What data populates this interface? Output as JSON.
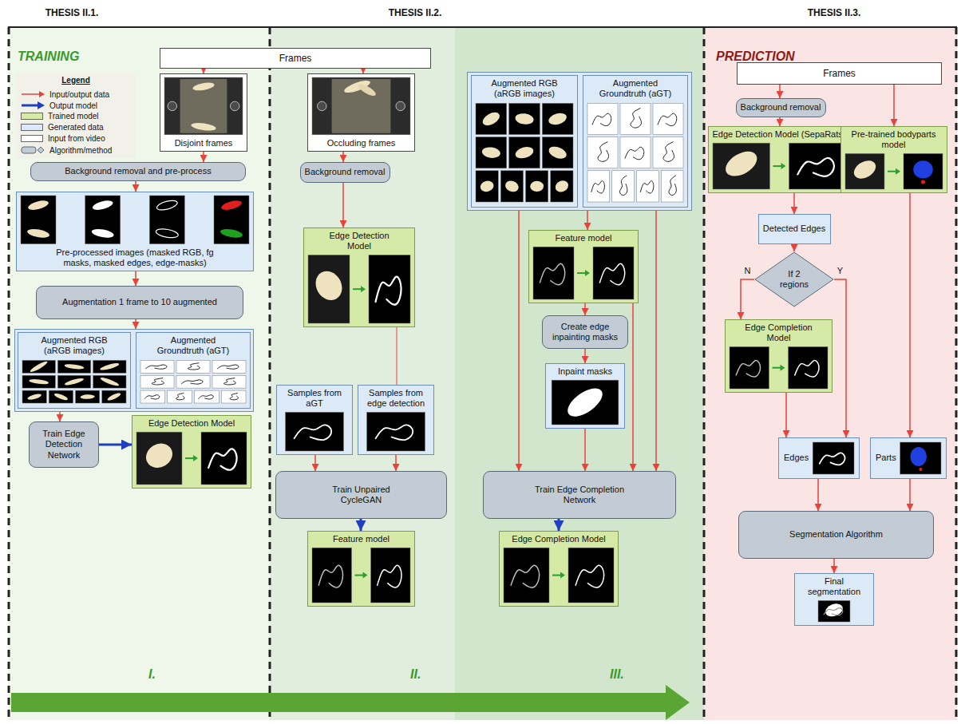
{
  "diagram": {
    "nodes": [
      {
        "text": [
          "Frames"
        ]
      },
      {
        "text": [
          "Disjoint frames"
        ]
      },
      {
        "text": [
          "Background removal and pre-process"
        ]
      },
      {
        "text": [
          "Pre-processed images (masked RGB, fg masks, masked edges, edge-masks)"
        ]
      },
      {
        "text": [
          "Augmentation 1 frame to 10 augmented"
        ]
      },
      {
        "text": []
      },
      {
        "text": [
          "Augmented RGB (aRGB images)"
        ],
        "in": 5
      },
      {
        "text": [
          "Augmented Groundtruth (aGT)"
        ],
        "in": 5
      },
      {
        "text": [
          "Train Edge Detection Network"
        ]
      },
      {
        "text": [
          "Edge Detection Model"
        ]
      },
      {
        "text": [
          "Occluding frames"
        ]
      },
      {
        "text": [
          "Background removal"
        ]
      },
      {
        "text": [
          "Edge Detection Model"
        ]
      },
      {
        "text": [
          "Samples from aGT"
        ]
      },
      {
        "text": [
          "Samples from edge detection"
        ]
      },
      {
        "text": [
          "Train Unpaired CycleGAN"
        ]
      },
      {
        "text": [
          "Feature model"
        ]
      },
      {
        "text": []
      },
      {
        "text": [
          "Augmented RGB (aRGB images)"
        ],
        "in": 17
      },
      {
        "text": [
          "Augmented Groundtruth (aGT)"
        ],
        "in": 17
      },
      {
        "text": [
          "Feature model"
        ]
      },
      {
        "text": [
          "Create edge inpainting masks"
        ]
      },
      {
        "text": [
          "Inpaint masks"
        ]
      },
      {
        "text": [
          "Train Edge Completion Network"
        ]
      },
      {
        "text": [
          "Edge Completion Model"
        ]
      },
      {
        "text": [
          "Frames"
        ]
      },
      {
        "text": [
          "Background removal"
        ]
      },
      {
        "text": [
          "Edge Detection Model (SepaRats)"
        ]
      },
      {
        "text": [
          "Pre-trained bodyparts model"
        ]
      },
      {
        "text": [
          "Detected Edges"
        ]
      },
      {
        "text": [
          "If 2 regions"
        ]
      },
      {
        "text": [
          "Edge Completion Model"
        ]
      },
      {
        "text": [
          "Edges"
        ]
      },
      {
        "text": [
          "Parts"
        ]
      },
      {
        "text": [
          "Segmentation Algorithm"
        ]
      },
      {
        "text": [
          "Final segmentation"
        ]
      }
    ],
    "edges": [
      {
        "from": 0,
        "to": 1,
        "arrow": "to"
      },
      {
        "from": 0,
        "to": 10,
        "arrow": "to"
      },
      {
        "from": 1,
        "to": 2,
        "arrow": "to"
      },
      {
        "from": 2,
        "to": 3,
        "arrow": "to"
      },
      {
        "from": 3,
        "to": 4,
        "arrow": "to"
      },
      {
        "from": 4,
        "to": 5,
        "arrow": "to"
      },
      {
        "from": 6,
        "to": 8,
        "arrow": "to"
      },
      {
        "from": 8,
        "to": 9,
        "arrow": "to"
      },
      {
        "from": 10,
        "to": 11,
        "arrow": "to"
      },
      {
        "from": 11,
        "to": 12,
        "arrow": "to"
      },
      {
        "from": 12,
        "to": 14,
        "arrow": "none"
      },
      {
        "from": 13,
        "to": 15,
        "arrow": "to"
      },
      {
        "from": 14,
        "to": 15,
        "arrow": "to"
      },
      {
        "from": 15,
        "to": 16,
        "arrow": "to"
      },
      {
        "from": 18,
        "to": 23,
        "arrow": "to"
      },
      {
        "from": 19,
        "to": 20,
        "arrow": "to"
      },
      {
        "from": 20,
        "to": 21,
        "arrow": "to"
      },
      {
        "from": 21,
        "to": 22,
        "arrow": "to"
      },
      {
        "from": 22,
        "to": 23,
        "arrow": "to"
      },
      {
        "from": 20,
        "to": 23,
        "arrow": "to"
      },
      {
        "from": 19,
        "to": 23,
        "arrow": "to"
      },
      {
        "from": 23,
        "to": 24,
        "arrow": "to"
      },
      {
        "from": 25,
        "to": 26,
        "arrow": "to"
      },
      {
        "from": 25,
        "to": 28,
        "arrow": "to"
      },
      {
        "from": 26,
        "to": 27,
        "arrow": "to"
      },
      {
        "from": 27,
        "to": 29,
        "arrow": "to"
      },
      {
        "from": 29,
        "to": 30,
        "arrow": "to"
      },
      {
        "from": 30,
        "to": 31,
        "label": "N",
        "arrow": "to"
      },
      {
        "from": 30,
        "to": 32,
        "label": "Y",
        "arrow": "to"
      },
      {
        "from": 31,
        "to": 32,
        "arrow": "to"
      },
      {
        "from": 28,
        "to": 33,
        "arrow": "to"
      },
      {
        "from": 32,
        "to": 34,
        "arrow": "to"
      },
      {
        "from": 33,
        "to": 34,
        "arrow": "to"
      },
      {
        "from": 34,
        "to": 35,
        "arrow": "to"
      }
    ],
    "labels": [
      "THESIS II.1.",
      "THESIS II.2.",
      "THESIS II.3.",
      "TRAINING",
      "PREDICTION",
      "Legend",
      "I.",
      "II.",
      "III."
    ],
    "legend": [
      {
        "text": "Input/output data"
      },
      {
        "text": "Output model"
      },
      {
        "text": "Trained model",
        "color": "#d6eaa8"
      },
      {
        "text": "Generated data",
        "color": "#dce9f6"
      },
      {
        "text": "Input from video",
        "color": "#ffffff"
      },
      {
        "text": "Algorithm/method"
      }
    ]
  }
}
